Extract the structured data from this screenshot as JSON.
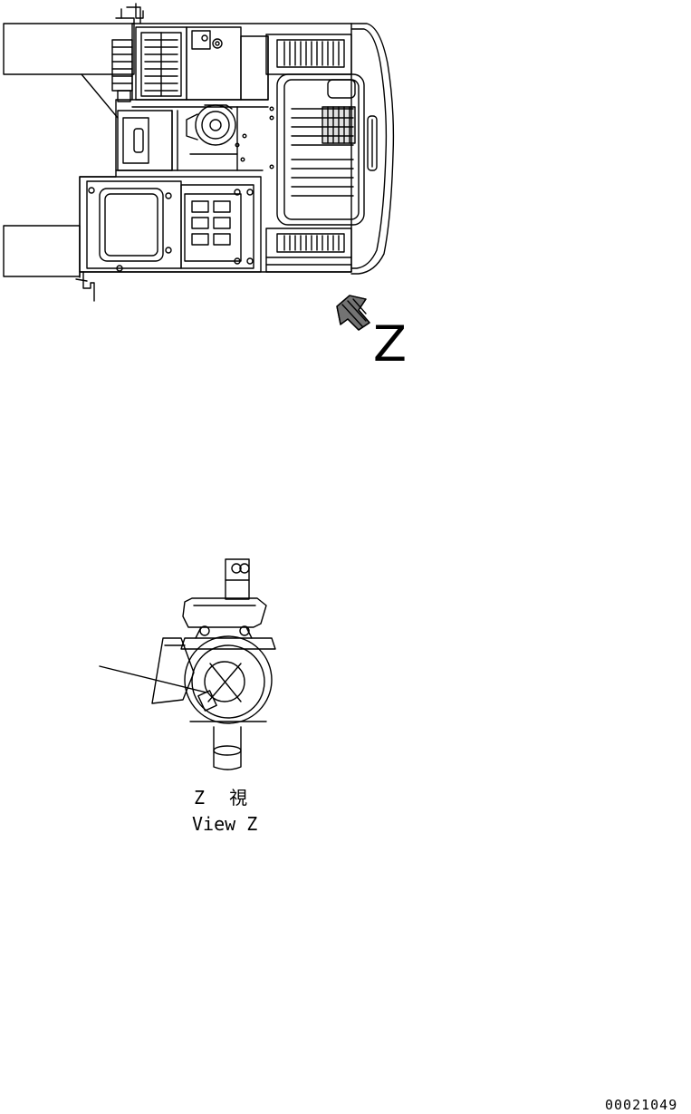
{
  "labels": {
    "view_arrow_letter": "Z",
    "view_title_jp": "Z  視",
    "view_title_en": "View Z",
    "drawing_number": "00021049"
  },
  "colors": {
    "line": "#000000",
    "background": "#ffffff"
  }
}
